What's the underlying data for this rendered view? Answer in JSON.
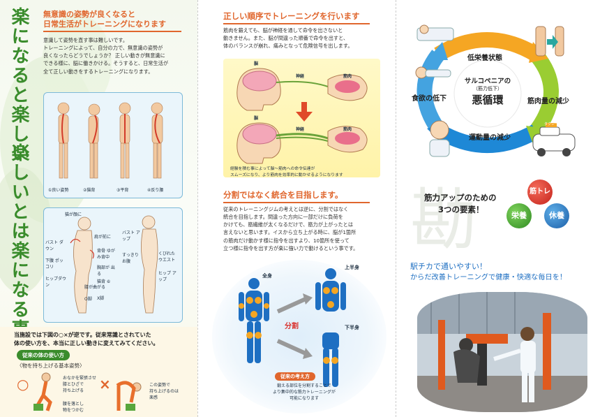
{
  "panel1": {
    "vertical_title_a": "楽になると楽しい",
    "vertical_title_b": "楽しいとは楽になる事",
    "section_title_line1": "無意識の姿勢が良くなると",
    "section_title_line2": "日常生活がトレーニングになります",
    "intro_lines": [
      "意識して姿勢を直す事は難しいです。",
      "トレーニングによって、自分の力で、無意識の姿勢が",
      "良くなったらどうでしょうか？ 正しい動きが無意識に",
      "できる様に、脳に働きかける。そうすると、日常生活が",
      "全て正しい動きをするトレーニングになります。"
    ],
    "posture_captions": [
      "①良い姿勢",
      "②猫背",
      "③平背",
      "④反り腰"
    ],
    "body_labels_left": [
      "猫が顔に",
      "バスト ダウン",
      "下腹 ポッコリ",
      "ヒップダウン",
      "膝が曲がる",
      "O脚"
    ],
    "body_labels_mid": [
      "肩が前に",
      "背骨 ゆがみ背中",
      "胸部が 出る",
      "猫背 ⑥",
      "X脚"
    ],
    "body_labels_right": [
      "バスト アップ",
      "すっきり お腹",
      "くびれた ウエスト",
      "ヒップ アップ"
    ],
    "bottom_intro_lines": [
      "当施設では下図の○×が逆です。従来常識とされていた",
      "体の使い方を、本当に正しい動きに変えてみてください。"
    ],
    "conventional_pill": "従来の体の使い方",
    "lift_heading": "〈物を持ち上げる基本姿勢〉",
    "circle_mark": "○",
    "cross_mark": "×",
    "good_notes": [
      "おなかを緊張させ",
      "膝とひざで",
      "持ち上げる",
      "腰を落とし",
      "物をつかむ"
    ],
    "bad_notes": [
      "この姿勢で",
      "持ち上げるのは",
      "楽感"
    ]
  },
  "panel2": {
    "section1_title": "正しい順序でトレーニングを行います",
    "section1_lines": [
      "筋肉を鍛えても、脳が神経を通して命令を出さないと",
      "動きません。また、脳が間違った順番で命令を出すと、",
      "体のバランスが崩れ、痛みとなって危険信号を出します。"
    ],
    "brain_label": "脳",
    "nerve_label": "神経",
    "muscle_label": "筋肉",
    "brain_caption_lines": [
      "経験を積む事によって脳～筋肉への命令伝達が",
      "スムーズになり、より筋肉を効率的に動かせるようになります"
    ],
    "section2_title": "分割ではなく統合を目指します。",
    "section2_lines": [
      "従来のトレーニングジムの考えとは逆に、分割ではなく",
      "統合を目指します。間違った方向に一部だけに負荷を",
      "かけても、筋繊維が太くなるだけで、筋力が上がったとは",
      "言えないと思います。イスから立ち上がる時に、脳が1箇所",
      "の筋肉だけ動かす様に指令を出すより、10箇所を使って",
      "立つ様に指令を出す方が楽に強い力で動けるという事です。"
    ],
    "whole_body_label": "全身",
    "split_label": "分割",
    "upper_body_label": "上半身",
    "lower_body_label": "下半身",
    "concept_pill": "従来の考え方",
    "concept_lines": [
      "鍛える部位を分割することで",
      "より集中的な筋力トレーニングが",
      "可能になります"
    ]
  },
  "panel3": {
    "cycle_center_line1": "サルコペニアの",
    "cycle_center_line2": "（筋力低下）",
    "cycle_center_line3": "悪循環",
    "cycle_top": "低栄養状態",
    "cycle_right": "筋肉量の減少",
    "cycle_bottom": "運動量の減少",
    "cycle_left": "食欲の低下",
    "taxi_sign": "タクシー",
    "elements_line1": "筋力アップのための",
    "elements_line2": "3つの要素！",
    "element_training": "筋トレ",
    "element_nutrition": "栄養",
    "element_rest": "休養",
    "tagline1": "駅チカで通いやすい！",
    "tagline2": "からだ改善トレーニングで健康・快適な毎日を！"
  },
  "colors": {
    "green": "#3a8c2c",
    "orange": "#e0662d",
    "blue": "#1e7bc4",
    "red": "#d9302c"
  }
}
